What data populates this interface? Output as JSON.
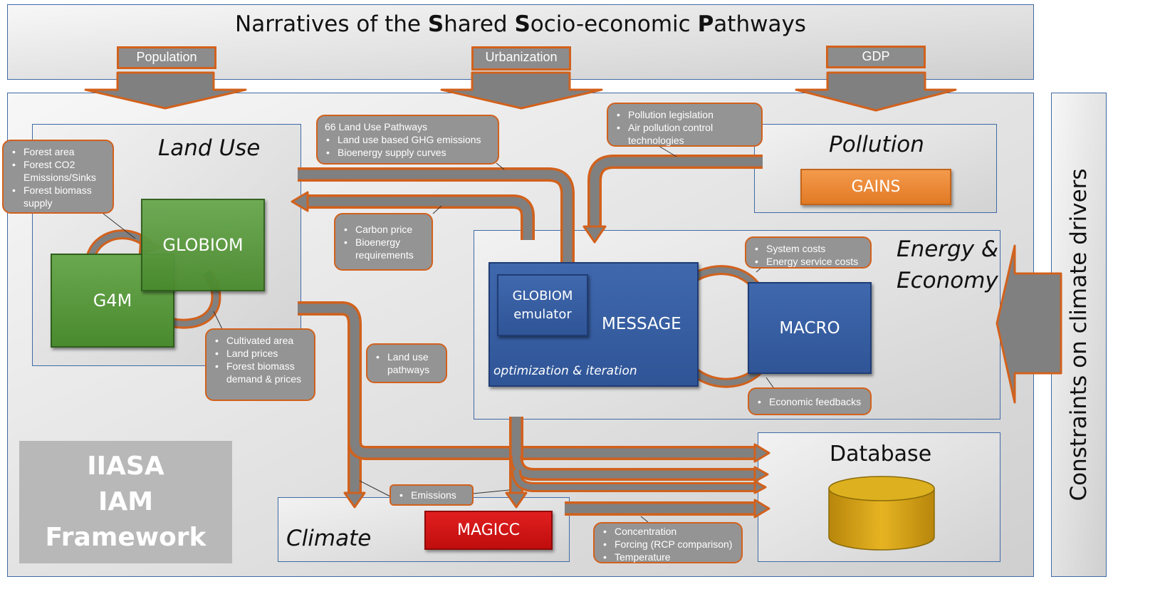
{
  "header": {
    "title_parts": [
      "Narratives of the ",
      "S",
      "hared ",
      "S",
      "ocio-economic ",
      "P",
      "athways"
    ],
    "drivers": [
      "Population",
      "Urbanization",
      "GDP"
    ]
  },
  "sections": {
    "land_use": "Land Use",
    "pollution": "Pollution",
    "energy_line1": "Energy &",
    "energy_line2": "Economy",
    "database": "Database",
    "climate": "Climate"
  },
  "models": {
    "globiom": "GLOBIOM",
    "g4m": "G4M",
    "gains": "GAINS",
    "globiom_emulator_line1": "GLOBIOM",
    "globiom_emulator_line2": "emulator",
    "message": "MESSAGE",
    "optimization": "optimization & iteration",
    "macro": "MACRO",
    "magicc": "MAGICC"
  },
  "callouts": {
    "forest": [
      "Forest area",
      "Forest CO2 Emissions/Sinks",
      "Forest biomass supply"
    ],
    "land_use_pathways_head": "66 Land Use Pathways",
    "land_use_pathways": [
      "Land use based GHG emissions",
      "Bioenergy supply curves"
    ],
    "pollution": [
      "Pollution legislation",
      "Air pollution control technologies"
    ],
    "carbon": [
      "Carbon price",
      "Bioenergy requirements"
    ],
    "system_costs": [
      "System costs",
      "Energy service costs"
    ],
    "cultivated": [
      "Cultivated area",
      "Land prices",
      "Forest biomass demand & prices"
    ],
    "land_use_path": [
      "Land use pathways"
    ],
    "economic": [
      "Economic feedbacks"
    ],
    "emissions": [
      "Emissions"
    ],
    "concentration": [
      "Concentration",
      "Forcing (RCP comparison)",
      "Temperature"
    ]
  },
  "framework": [
    "IIASA",
    "IAM",
    "Framework"
  ],
  "side_label": "Constraints on climate drivers",
  "colors": {
    "accent_orange": "#d2611c",
    "arrow_gray": "#808080",
    "globiom_green": "#5a9a3f",
    "message_blue": "#3462a8",
    "gains_orange": "#ee8a3a",
    "magicc_red": "#d41616",
    "database_gold": "#d4a017"
  }
}
